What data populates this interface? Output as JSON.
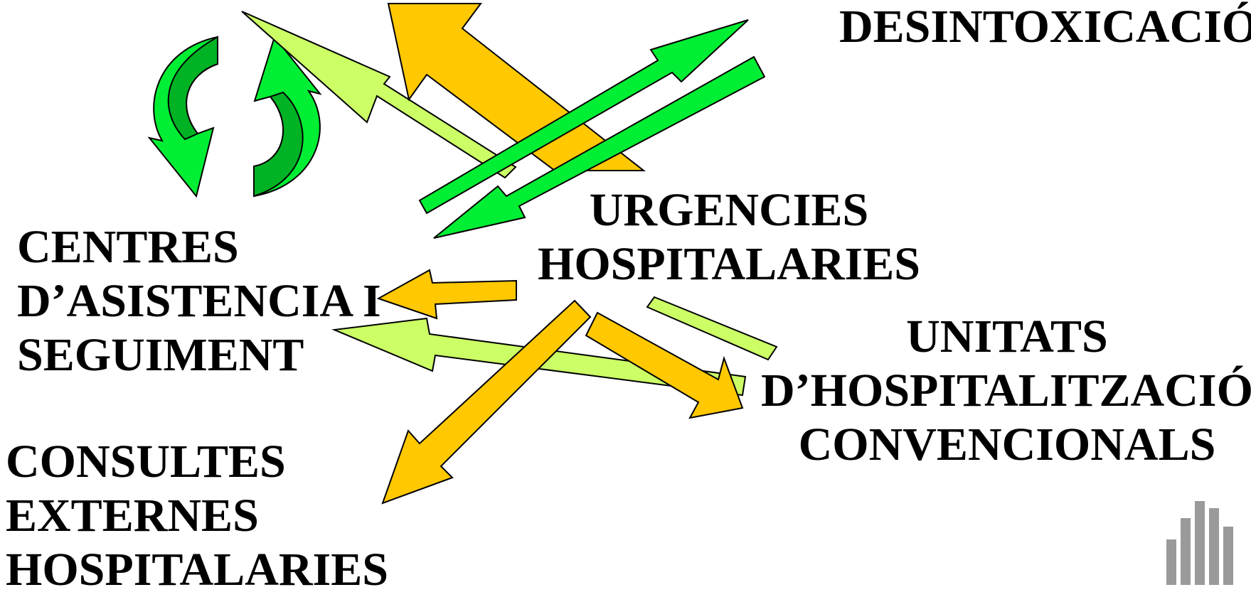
{
  "labels": {
    "desintoxicacio": "DESINTOXICACIÓ",
    "urgencies": [
      "URGENCIES",
      "HOSPITALARIES"
    ],
    "centres": [
      "CENTRES",
      "D’ASISTENCIA I",
      "SEGUIMENT"
    ],
    "unitats": [
      "UNITATS",
      "D’HOSPITALITZACIÓ",
      "CONVENCIONALS"
    ],
    "consultes": [
      "CONSULTES",
      "EXTERNES",
      "HOSPITALARIES"
    ]
  },
  "colors": {
    "green": "#00ee33",
    "dark_green": "#00b324",
    "light_green": "#ccff66",
    "orange": "#ffc800",
    "outline": "#000000",
    "logo_gray": "#9a9a9a"
  },
  "icons": [
    "cycle-arrows-icon",
    "building-logo-icon"
  ]
}
